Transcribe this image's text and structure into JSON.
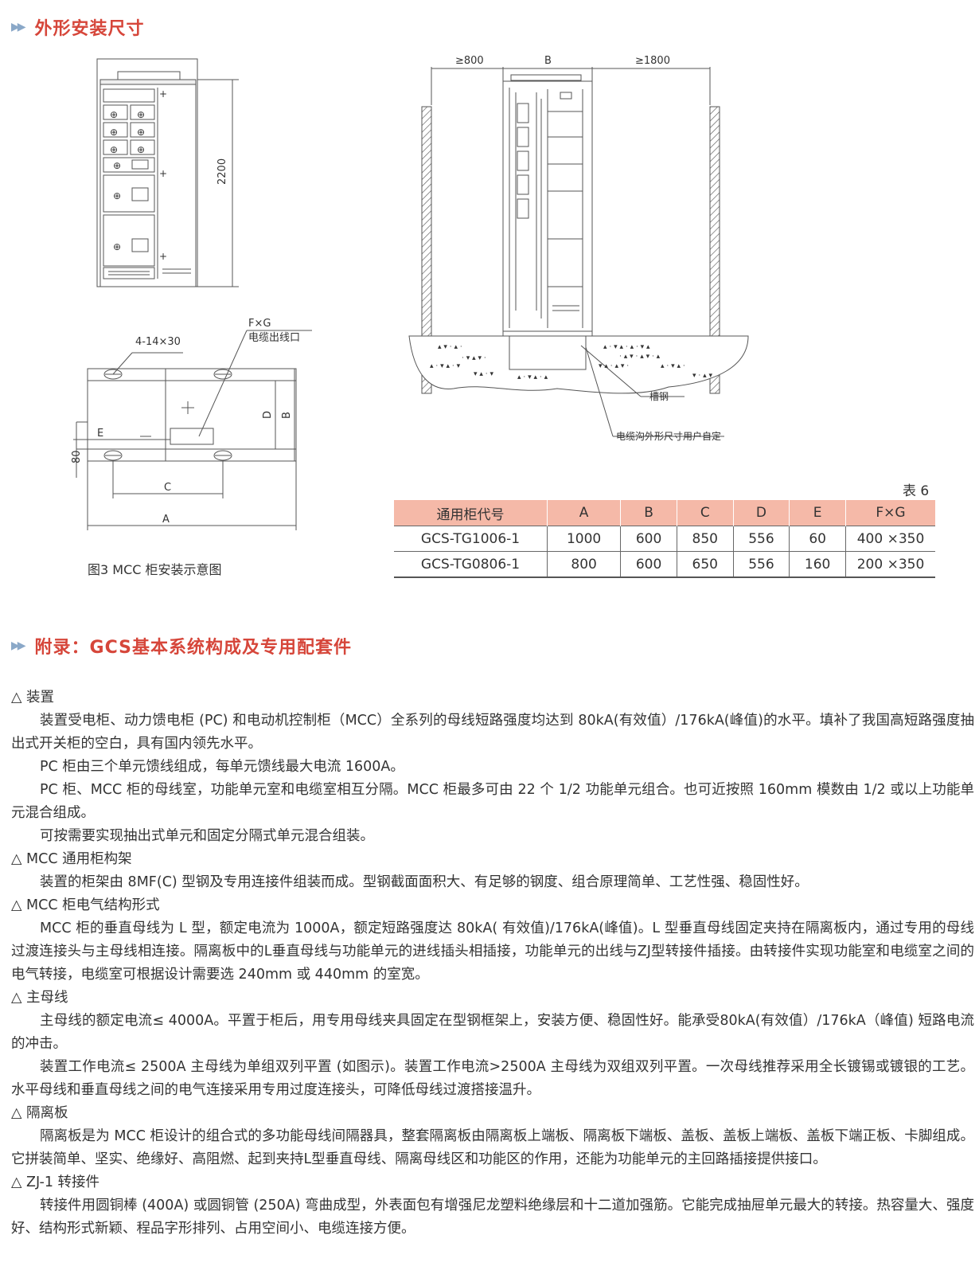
{
  "section1": {
    "arrows": "▶▶",
    "title": "外形安装尺寸"
  },
  "fig_left": {
    "height_label": "2200",
    "fg_label": "F×G",
    "cable_outlet": "电缆出线口",
    "holes": "4-14×30",
    "labels": {
      "E": "E",
      "D": "D",
      "B": "B",
      "C": "C",
      "A": "A",
      "h80": "80"
    },
    "caption": "图3  MCC 柜安装示意图"
  },
  "fig_right": {
    "left_gap": "≥800",
    "width": "B",
    "right_gap": "≥1800",
    "channel_steel": "槽钢",
    "trench_note": "电缆沟外形尺寸用户自定"
  },
  "table": {
    "number": "表 6",
    "headers": [
      "通用柜代号",
      "A",
      "B",
      "C",
      "D",
      "E",
      "F×G"
    ],
    "rows": [
      [
        "GCS-TG1006-1",
        "1000",
        "600",
        "850",
        "556",
        "60",
        "400 ×350"
      ],
      [
        "GCS-TG0806-1",
        "800",
        "600",
        "650",
        "556",
        "160",
        "200 ×350"
      ]
    ]
  },
  "section2": {
    "arrows": "▶▶",
    "title": "附录：GCS基本系统构成及专用配套件"
  },
  "body": [
    {
      "type": "sub",
      "text": "△ 装置"
    },
    {
      "type": "p",
      "text": "装置受电柜、动力馈电柜 (PC) 和电动机控制柜（MCC）全系列的母线短路强度均达到 80kA(有效值）/176kA(峰值)的水平。填补了我国高短路强度抽出式开关柜的空白，具有国内领先水平。"
    },
    {
      "type": "p",
      "text": "PC 柜由三个单元馈线组成，每单元馈线最大电流 1600A。"
    },
    {
      "type": "p",
      "text": "PC 柜、MCC 柜的母线室，功能单元室和电缆室相互分隔。MCC 柜最多可由 22 个 1/2 功能单元组合。也可近按照 160mm 模数由 1/2 或以上功能单元混合组成。"
    },
    {
      "type": "p",
      "text": "可按需要实现抽出式单元和固定分隔式单元混合组装。"
    },
    {
      "type": "sub",
      "text": "△ MCC 通用柜构架"
    },
    {
      "type": "p",
      "text": "装置的柜架由 8MF(C) 型钢及专用连接件组装而成。型钢截面面积大、有足够的钢度、组合原理简单、工艺性强、稳固性好。"
    },
    {
      "type": "sub",
      "text": "△ MCC 柜电气结构形式"
    },
    {
      "type": "p",
      "text": "MCC 柜的垂直母线为 L 型，额定电流为 1000A，额定短路强度达 80kA( 有效值)/176kA(峰值)。L 型垂直母线固定夹持在隔离板内，通过专用的母线过渡连接头与主母线相连接。隔离板中的L垂直母线与功能单元的进线插头相插接，功能单元的出线与ZJ型转接件插接。由转接件实现功能室和电缆室之间的电气转接，电缆室可根据设计需要选 240mm 或 440mm 的室宽。"
    },
    {
      "type": "sub",
      "text": "△ 主母线"
    },
    {
      "type": "p",
      "text": "主母线的额定电流≤ 4000A。平置于柜后，用专用母线夹具固定在型钢框架上，安装方便、稳固性好。能承受80kA(有效值）/176kA（峰值) 短路电流的冲击。"
    },
    {
      "type": "p",
      "text": "装置工作电流≤ 2500A 主母线为单组双列平置 (如图示)。装置工作电流>2500A 主母线为双组双列平置。一次母线推荐采用全长镀锡或镀银的工艺。水平母线和垂直母线之间的电气连接采用专用过度连接头，可降低母线过渡搭接温升。"
    },
    {
      "type": "sub",
      "text": "△ 隔离板"
    },
    {
      "type": "p",
      "text": "隔离板是为 MCC 柜设计的组合式的多功能母线间隔器具，整套隔离板由隔离板上端板、隔离板下端板、盖板、盖板上端板、盖板下端正板、卡脚组成。它拼装简单、坚实、绝缘好、高阻燃、起到夹持L型垂直母线、隔离母线区和功能区的作用，还能为功能单元的主回路插接提供接口。"
    },
    {
      "type": "sub",
      "text": "△ ZJ-1 转接件"
    },
    {
      "type": "p",
      "text": "转接件用圆铜棒 (400A) 或圆铜管 (250A) 弯曲成型，外表面包有增强尼龙塑料绝缘层和十二道加强筋。它能完成抽屉单元最大的转接。热容量大、强度好、结构形式新颖、程品字形排列、占用空间小、电缆连接方便。"
    }
  ]
}
